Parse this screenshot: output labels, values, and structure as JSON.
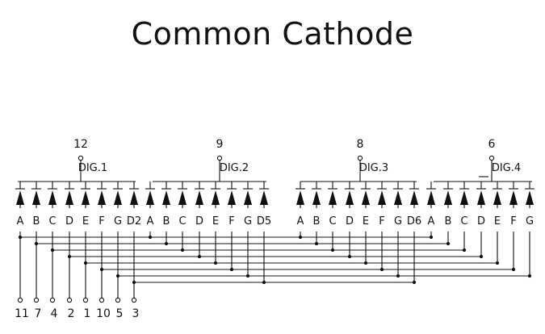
{
  "title": "Common Cathode",
  "colors": {
    "stroke": "#111111",
    "background": "#ffffff"
  },
  "digits": [
    {
      "label": "DIG.1",
      "common_pin": "12",
      "segments": [
        "A",
        "B",
        "C",
        "D",
        "E",
        "F",
        "G",
        "D2"
      ]
    },
    {
      "label": "DIG.2",
      "common_pin": "9",
      "segments": [
        "A",
        "B",
        "C",
        "D",
        "E",
        "F",
        "G",
        "D5"
      ]
    },
    {
      "label": "DIG.3",
      "common_pin": "8",
      "segments": [
        "A",
        "B",
        "C",
        "D",
        "E",
        "F",
        "G",
        "D6"
      ]
    },
    {
      "label": "DIG.4",
      "common_pin": "6",
      "segments": [
        "A",
        "B",
        "C",
        "D",
        "E",
        "F",
        "G"
      ]
    }
  ],
  "bottom_pins": [
    "11",
    "7",
    "4",
    "2",
    "1",
    "10",
    "5",
    "3"
  ],
  "diode_symbol": "led-diode-icon"
}
